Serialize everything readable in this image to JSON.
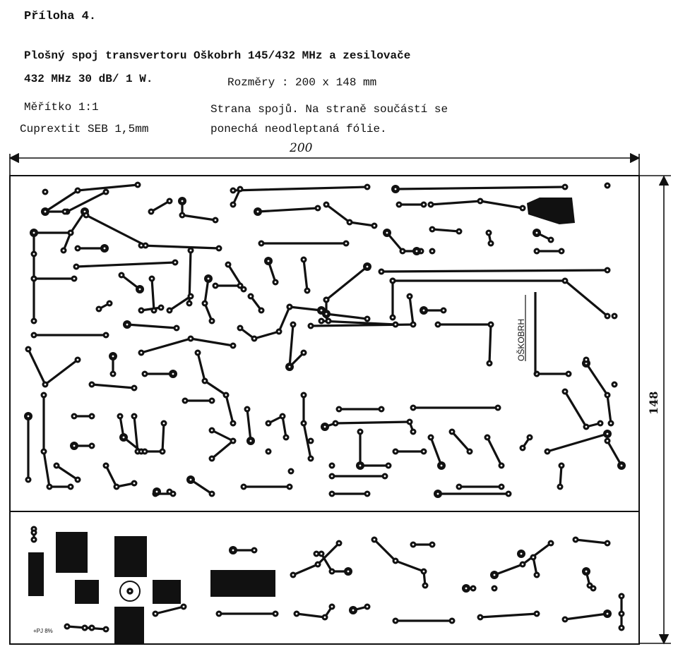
{
  "header": {
    "title": "Příloha 4.",
    "line1": "Plošný spoj transvertoru Oškobrh 145/432 MHz a zesilovače",
    "line2": "432 MHz 30 dB/ 1 W.",
    "dimensions": "Rozměry : 200 x 148 mm",
    "scale": "Měřítko 1:1",
    "side_note_1": "Strana spojů. Na straně součástí se",
    "material": "Cuprextit SEB 1,5mm",
    "side_note_2": "ponechá neodleptaná fólie."
  },
  "drawing": {
    "width_label": "200",
    "height_label": "148",
    "board_text": "OŠKOBRH",
    "corner_code": "+PJ 8%",
    "ink_color": "#111111",
    "paper_color": "#ffffff"
  }
}
